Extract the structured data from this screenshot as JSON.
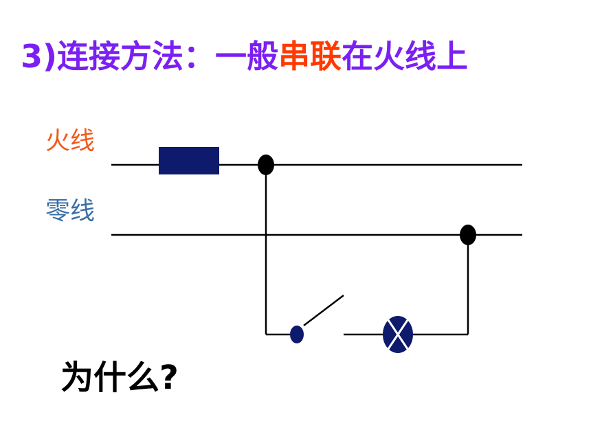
{
  "title": {
    "prefix": "3)连接方法：一般",
    "highlight": "串联",
    "suffix": "在火线上"
  },
  "labels": {
    "live_wire": "火线",
    "neutral_wire": "零线"
  },
  "question": "为什么?",
  "colors": {
    "title": "#7B1FF2",
    "highlight": "#FF3A00",
    "live_label": "#F25A1A",
    "neutral_label": "#3A6EA5",
    "fuse": "#0E1A6B",
    "switch_pivot": "#0E1A6B",
    "lamp": "#0E1A6B",
    "wire": "#000000"
  },
  "diagram": {
    "components": [
      "fuse",
      "junction-dot",
      "switch",
      "lamp"
    ]
  }
}
